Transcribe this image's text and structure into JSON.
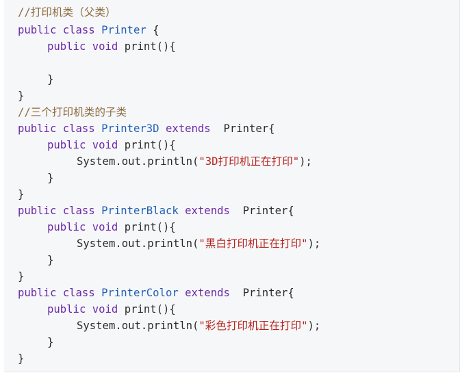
{
  "code": {
    "comment_parent": "//打印机类（父类）",
    "comment_children": "//三个打印机类的子类",
    "kw_public": "public",
    "kw_class": "class",
    "kw_void": "void",
    "kw_extends": "extends",
    "class_printer": "Printer",
    "class_printer3d": "Printer3D",
    "class_printerblack": "PrinterBlack",
    "class_printercolor": "PrinterColor",
    "method_print": "print(){",
    "open_brace": "{",
    "close_brace": "}",
    "printer_brace": "Printer{",
    "sysout": "System.out.println(",
    "str_3d": "\"3D打印机正在打印\"",
    "str_black": "\"黑白打印机正在打印\"",
    "str_color": "\"彩色打印机正在打印\"",
    "stmt_end": ");"
  }
}
